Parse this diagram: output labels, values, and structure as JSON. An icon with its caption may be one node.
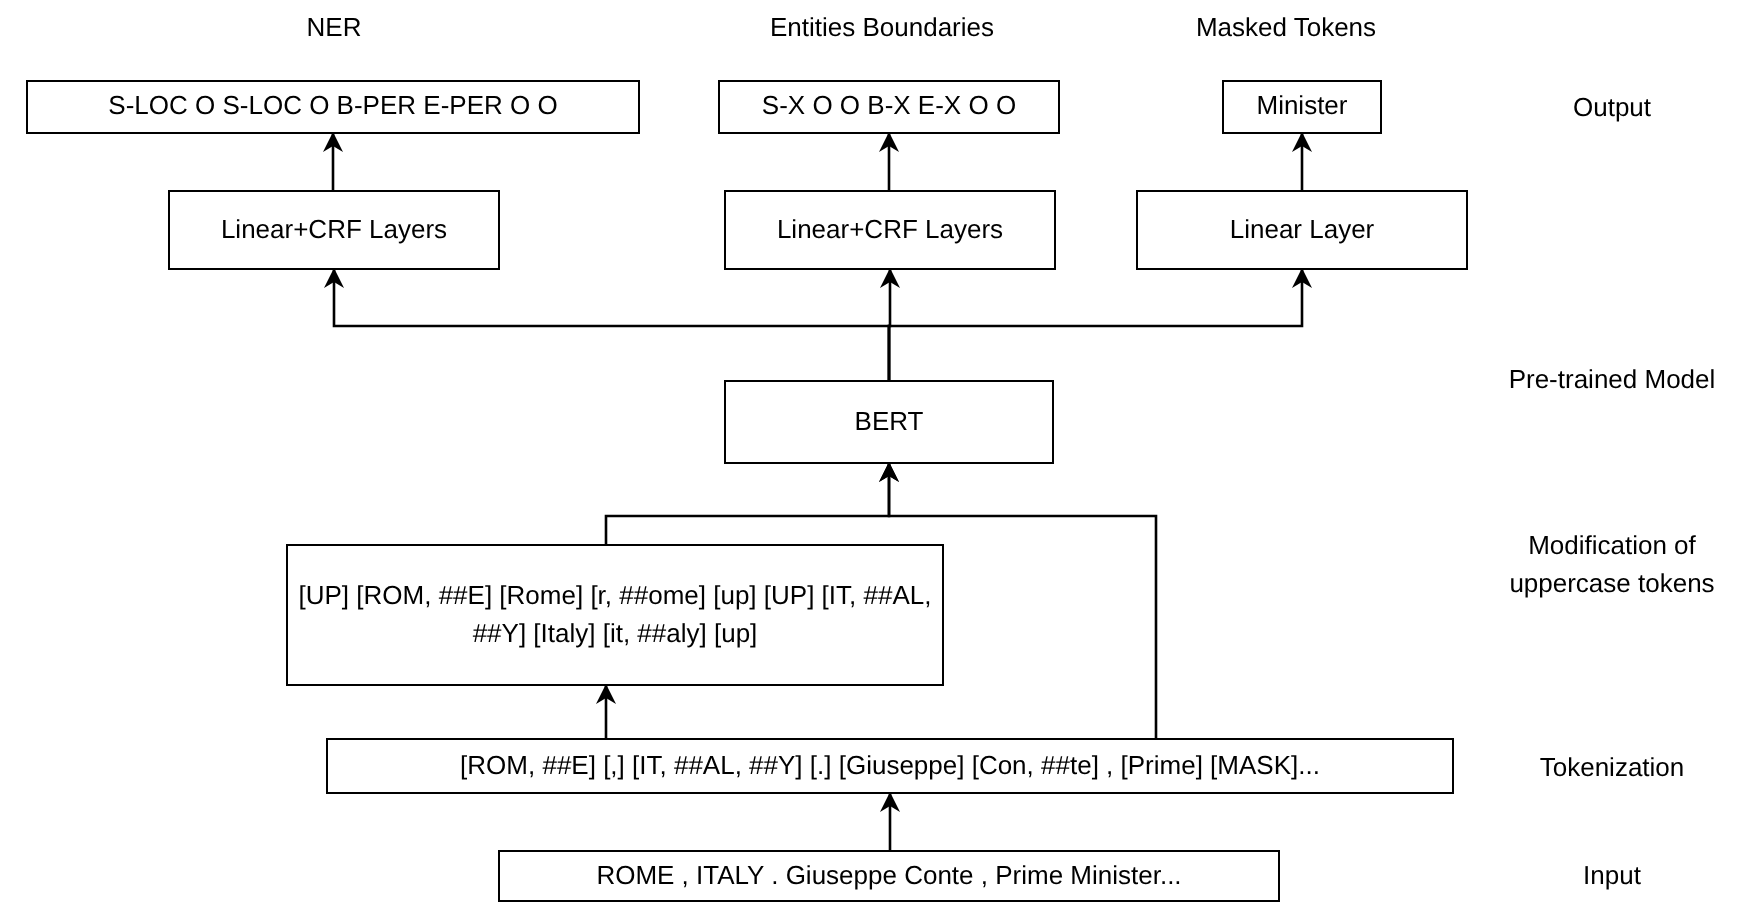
{
  "diagram": {
    "nodes": [
      {
        "text": [
          "S-LOC O S-LOC O B-PER E-PER O O"
        ]
      },
      {
        "text": [
          "S-X O O B-X E-X O O"
        ]
      },
      {
        "text": [
          "Minister"
        ]
      },
      {
        "text": [
          "Linear+CRF Layers"
        ]
      },
      {
        "text": [
          "Linear+CRF Layers"
        ]
      },
      {
        "text": [
          "Linear Layer"
        ]
      },
      {
        "text": [
          "BERT"
        ]
      },
      {
        "text": [
          "[UP] [ROM, ##E] [Rome] [r, ##ome] [up] [UP] [IT, ##AL, ##Y] [Italy] [it, ##aly] [up]"
        ]
      },
      {
        "text": [
          "[ROM, ##E] [,] [IT, ##AL, ##Y] [.] [Giuseppe] [Con, ##te] , [Prime] [MASK]..."
        ]
      },
      {
        "text": [
          "ROME , ITALY . Giuseppe Conte , Prime Minister..."
        ]
      }
    ],
    "edges": [
      {
        "from": 3,
        "to": 0,
        "arrow": "to"
      },
      {
        "from": 4,
        "to": 1,
        "arrow": "to"
      },
      {
        "from": 5,
        "to": 2,
        "arrow": "to"
      },
      {
        "from": 6,
        "to": 3,
        "arrow": "to"
      },
      {
        "from": 6,
        "to": 4,
        "arrow": "to"
      },
      {
        "from": 6,
        "to": 5,
        "arrow": "to"
      },
      {
        "from": 7,
        "to": 6,
        "arrow": "to"
      },
      {
        "from": 8,
        "to": 6,
        "arrow": "to"
      },
      {
        "from": 8,
        "to": 7,
        "arrow": "to"
      },
      {
        "from": 9,
        "to": 8,
        "arrow": "to"
      }
    ],
    "labels": [
      "NER",
      "Entities Boundaries",
      "Masked Tokens",
      "Output",
      "Pre-trained Model",
      "Modification of uppercase tokens",
      "Tokenization",
      "Input"
    ]
  }
}
